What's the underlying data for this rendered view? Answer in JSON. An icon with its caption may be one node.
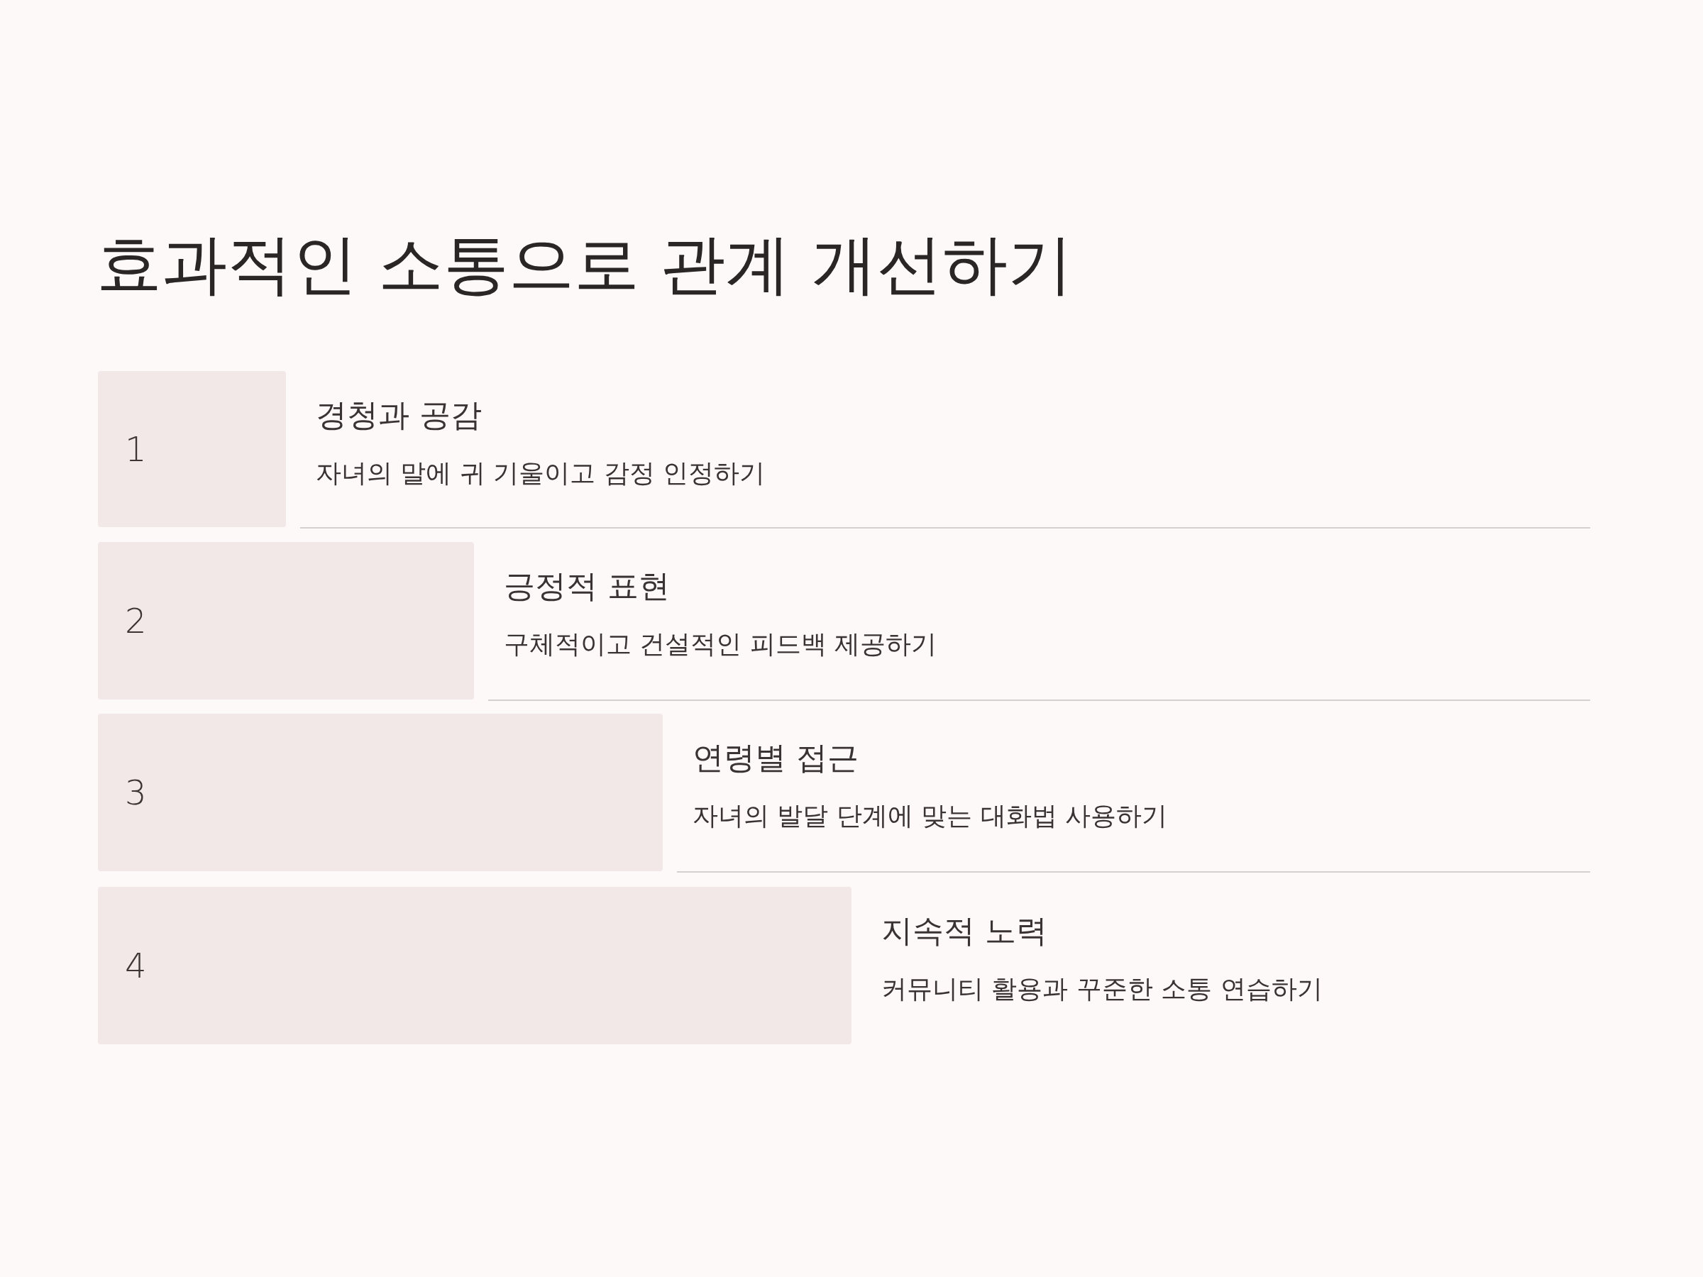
{
  "diagram": {
    "title": "효과적인 소통으로 관계 개선하기",
    "nodes": [
      {
        "text": [
          "1"
        ],
        "beside": [
          "경청과 공감",
          "자녀의 말에 귀 기울이고 감정 인정하기"
        ]
      },
      {
        "text": [
          "2"
        ],
        "beside": [
          "긍정적 표현",
          "구체적이고 건설적인 피드백 제공하기"
        ]
      },
      {
        "text": [
          "3"
        ],
        "beside": [
          "연령별 접근",
          "자녀의 발달 단계에 맞는 대화법 사용하기"
        ]
      },
      {
        "text": [
          "4"
        ],
        "beside": [
          "지속적 노력",
          "커뮤니티 활용과 꾸준한 소통 연습하기"
        ]
      }
    ],
    "edges": []
  }
}
